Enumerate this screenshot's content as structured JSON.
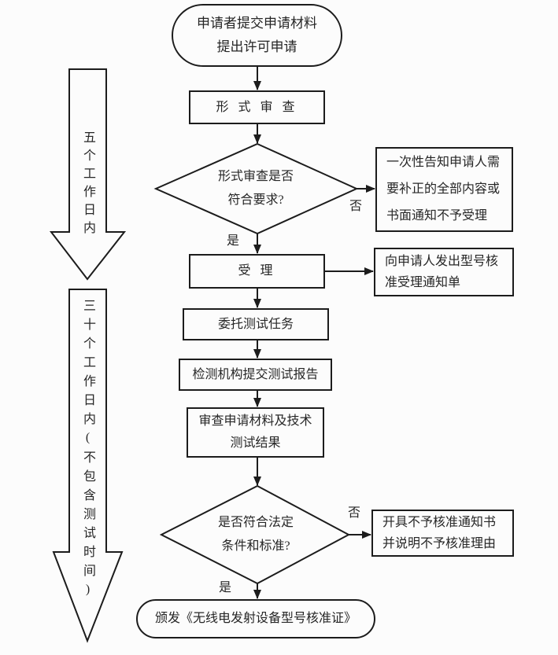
{
  "diagram": {
    "nodes": {
      "start": "申请者提交申请材料\n提出许可申请",
      "formal_review": "形 式 审 查",
      "formal_review_decision": "形式审查是否\n符合要求?",
      "notify_correction": "一次性告知申请人需\n要补正的全部内容或\n书面通知不予受理",
      "accept": "受  理",
      "acceptance_notice": "向申请人发出型号核\n准受理通知单",
      "commission_test": "委托测试任务",
      "test_report": "检测机构提交测试报告",
      "review_results": "审查申请材料及技术\n测试结果",
      "legal_decision": "是否符合法定\n条件和标准?",
      "rejection_notice": "开具不予核准通知书\n并说明不予核准理由",
      "issue_certificate": "颁发《无线电发射设备型号核准证》"
    },
    "branch_labels": {
      "formal_no": "否",
      "formal_yes": "是",
      "legal_no": "否",
      "legal_yes": "是"
    },
    "timelines": {
      "five_days": "五个工作日内",
      "thirty_days": "三十个工作日内(不包含测试时间)"
    },
    "colors": {
      "line": "#1c1c1c",
      "text": "#262626",
      "background": "#fcfcfc"
    }
  }
}
